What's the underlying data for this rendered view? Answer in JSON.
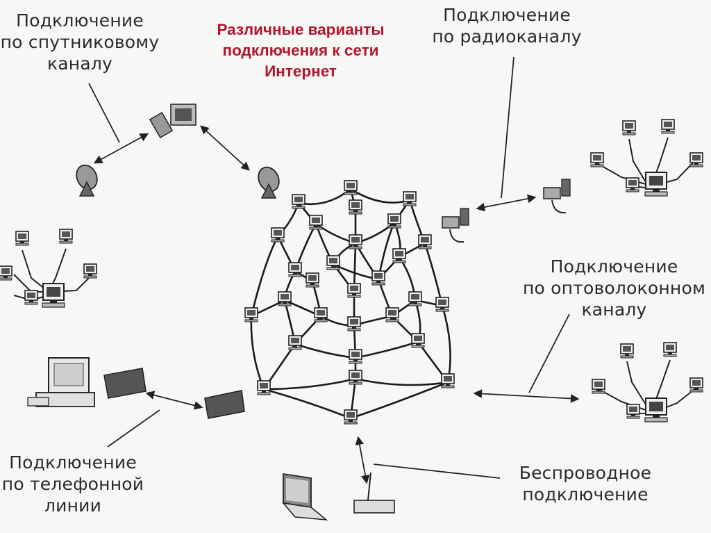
{
  "title": {
    "line1": "Различные варианты",
    "line2": "подключения к сети",
    "line3": "Интернет"
  },
  "labels": {
    "satellite": [
      "Подключение",
      "по спутниковому",
      "каналу"
    ],
    "radio": [
      "Подключение",
      "по радиоканалу"
    ],
    "fiber": [
      "Подключение",
      "по оптоволоконном",
      "каналу"
    ],
    "phone": [
      "Подключение",
      "по телефонной",
      "линии"
    ],
    "wireless": [
      "Беспроводное",
      "подключение"
    ]
  },
  "colors": {
    "title": "#b3162a",
    "ink": "#2a2a2a",
    "background": "#f7f7f5"
  },
  "icons": [
    "computer-icon",
    "satellite-dish-icon",
    "satellite-icon",
    "modem-icon",
    "laptop-icon",
    "wireless-router-icon",
    "radio-transceiver-icon"
  ]
}
